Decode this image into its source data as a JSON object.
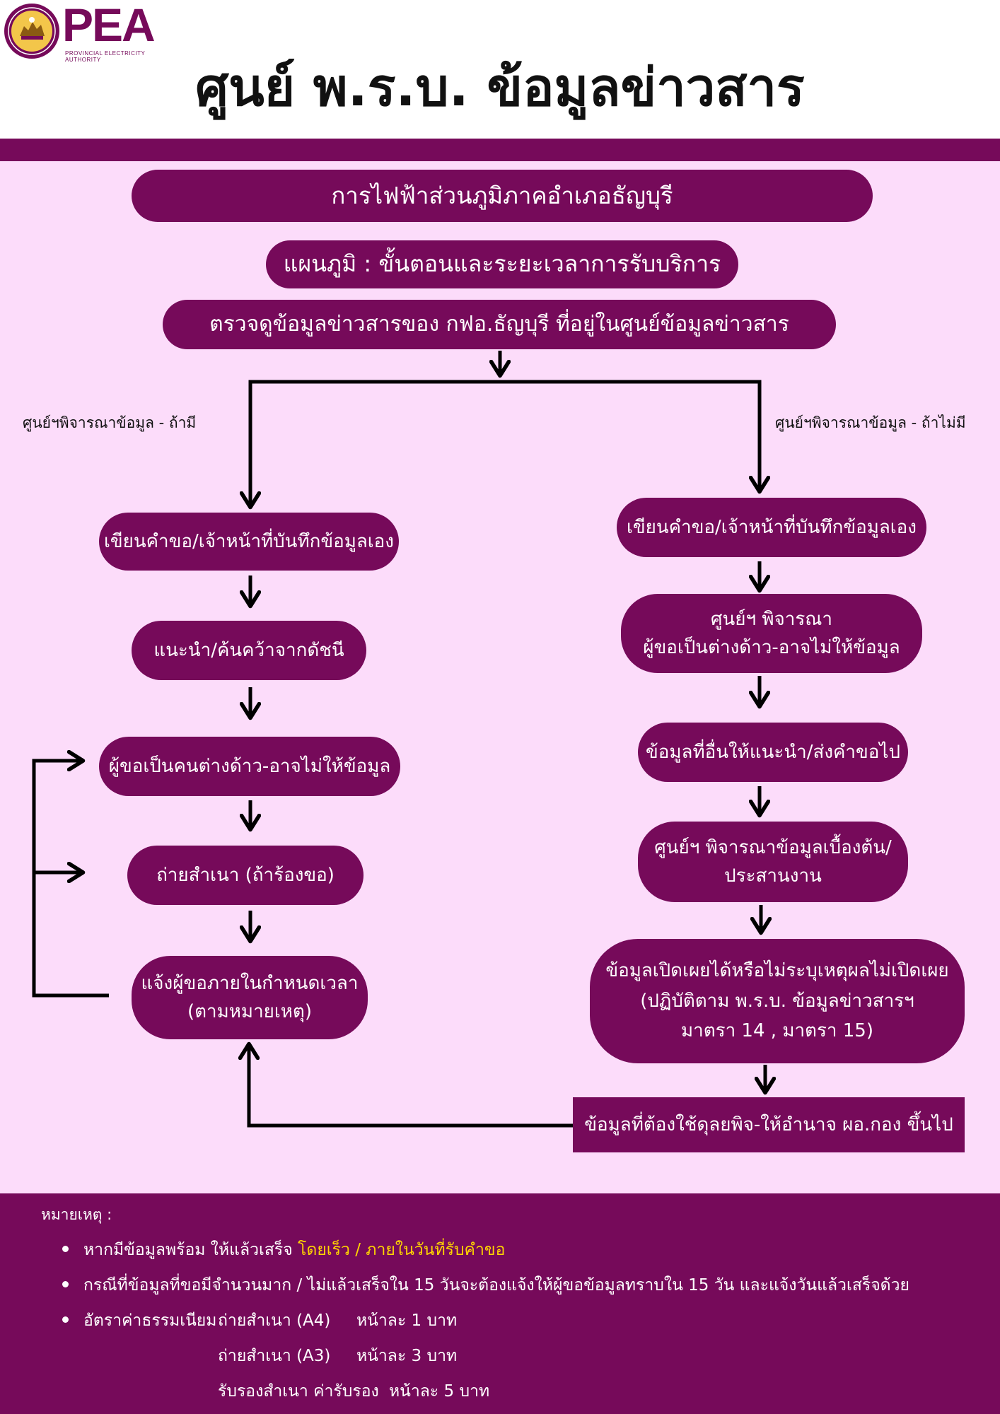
{
  "colors": {
    "primary": "#760a5a",
    "background": "#fcdcfa",
    "text": "#111111",
    "highlight": "#ffd400",
    "arrow": "#000000"
  },
  "logo": {
    "text": "PEA",
    "subtitle": "PROVINCIAL ELECTRICITY AUTHORITY",
    "seal": "pea-seal-icon"
  },
  "title": "ศูนย์ พ.ร.บ. ข้อมูลข่าวสาร",
  "office": "การไฟฟ้าส่วนภูมิภาคอำเภอธัญบุรี",
  "subtitle": "แผนภูมิ  : ขั้นตอนและระยะเวลาการรับบริการ",
  "start": "ตรวจดูข้อมูลข่าวสารของ กฟอ.ธัญบุรี ที่อยู่ในศูนย์ข้อมูลข่าวสาร",
  "left_branch_label": "ศูนย์ฯพิจารณาข้อมูล - ถ้ามี",
  "right_branch_label": "ศูนย์ฯพิจารณาข้อมูล - ถ้าไม่มี",
  "left_steps": {
    "write": "เขียนคำขอ/เจ้าหน้าที่บันทึกข้อมูลเอง",
    "advise": "แนะนำ/ค้นคว้าจากดัชนี",
    "foreigner": "ผู้ขอเป็นคนต่างด้าว-อาจไม่ให้ข้อมูล",
    "copy": "ถ่ายสำเนา  (ถ้าร้องขอ)",
    "notify_1": "แจ้งผู้ขอภายในกำหนดเวลา",
    "notify_2": "(ตามหมายเหตุ)"
  },
  "right_steps": {
    "write": "เขียนคำขอ/เจ้าหน้าที่บันทึกข้อมูลเอง",
    "consider_1": "ศูนย์ฯ พิจารณา",
    "consider_2": "ผู้ขอเป็นต่างด้าว-อาจไม่ให้ข้อมูล",
    "other": "ข้อมูลที่อื่นให้แนะนำ/ส่งคำขอไป",
    "preliminary_1": "ศูนย์ฯ พิจารณาข้อมูลเบื้องต้น/",
    "preliminary_2": "ประสานงาน",
    "disclose_1": "ข้อมูลเปิดเผยได้หรือไม่ระบุเหตุผลไม่เปิดเผย",
    "disclose_2": "(ปฏิบัติตาม พ.ร.บ. ข้อมูลข่าวสารฯ",
    "disclose_3": "มาตรา 14 , มาตรา 15)",
    "discretion": "ข้อมูลที่ต้องใช้ดุลยพิจ-ให้อำนาจ ผอ.กอง ขึ้นไป"
  },
  "notes": {
    "title": "หมายเหตุ :",
    "item1_prefix": "หากมีข้อมูลพร้อม ให้แล้วเสร็จ ",
    "item1_highlight": "โดยเร็ว / ภายในวันที่รับคำขอ",
    "item2": "กรณีที่ข้อมูลที่ขอมีจำนวนมาก / ไม่แล้วเสร็จใน 15 วันจะต้องแจ้งให้ผู้ขอข้อมูลทราบใน 15 วัน และแจ้งวันแล้วเสร็จด้วย",
    "fee_intro": "อัตราค่าธรรมเนียม",
    "fee_a4_label": "ถ่ายสำเนา (A4)",
    "fee_a4_value": "หน้าละ 1 บาท",
    "fee_a3_label": "ถ่ายสำเนา (A3)",
    "fee_a3_value": "หน้าละ 3 บาท",
    "fee_cert_label": "รับรองสำเนา ค่ารับรอง",
    "fee_cert_value": "หน้าละ 5 บาท"
  }
}
